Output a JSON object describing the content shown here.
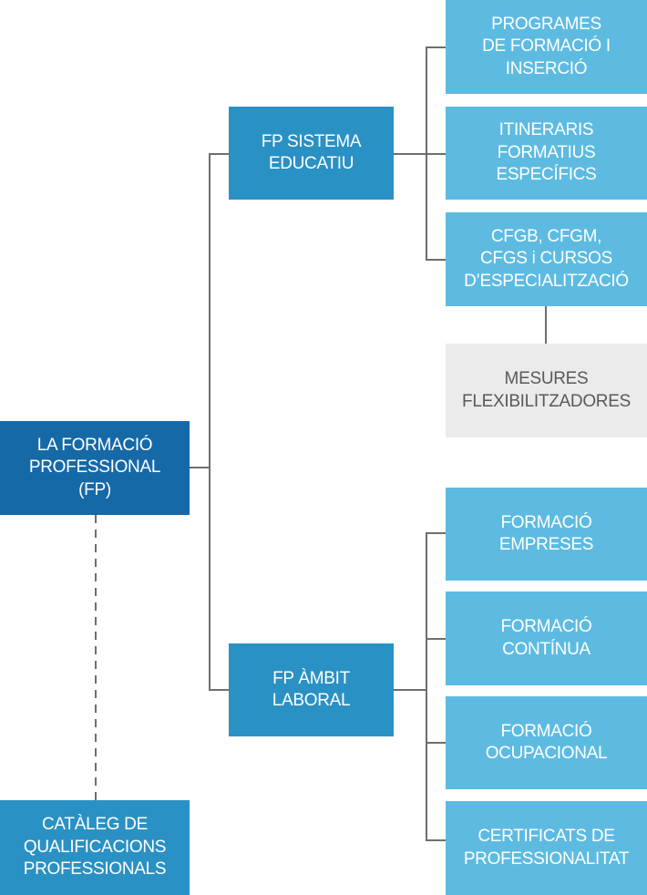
{
  "diagram": {
    "root": {
      "label": "LA FORMACIÓ\nPROFESSIONAL\n(FP)"
    },
    "catalog": {
      "label": "CATÀLEG DE\nQUALIFICACIONS\nPROFESSIONALS"
    },
    "branches": [
      {
        "label": "FP SISTEMA\nEDUCATIU",
        "children": [
          {
            "label": "PROGRAMES\nDE FORMACIÓ I\nINSERCIÓ"
          },
          {
            "label": "ITINERARIS\nFORMATIUS\nESPECÍFICS"
          },
          {
            "label": "CFGB, CFGM,\nCFGS i CURSOS\nD’ESPECIALITZACIÓ",
            "sub": {
              "label": "MESURES\nFLEXIBILITZADORES"
            }
          }
        ]
      },
      {
        "label": "FP ÀMBIT\nLABORAL",
        "children": [
          {
            "label": "FORMACIÓ\nEMPRESES"
          },
          {
            "label": "FORMACIÓ\nCONTÍNUA"
          },
          {
            "label": "FORMACIÓ\nOCUPACIONAL"
          },
          {
            "label": "CERTIFICATS DE\nPROFESSIONALITAT"
          }
        ]
      }
    ],
    "colors": {
      "root": "#1669a7",
      "branch": "#2a91c4",
      "leaf": "#5dbbe2",
      "secondary": "#ebebeb",
      "connector": "#6e6e6e"
    }
  }
}
